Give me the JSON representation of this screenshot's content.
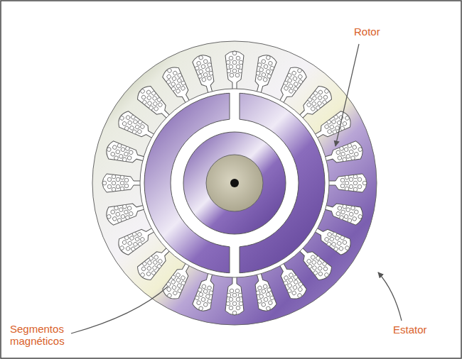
{
  "diagram": {
    "labels": [
      "Rotor",
      "Segmentos magnéticos",
      "Estator"
    ]
  }
}
